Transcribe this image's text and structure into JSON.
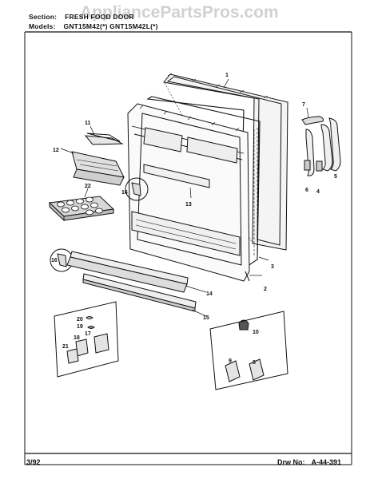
{
  "header": {
    "section_label": "Section:",
    "section_value": "FRESH FOOD DOOR",
    "models_label": "Models:",
    "models_value": "GNT15M42(*)   GNT15M42L(*)"
  },
  "watermark": "AppliancePartsPros.com",
  "footer": {
    "date": "3/92",
    "drawing_label": "Drw No:",
    "drawing_number": "A-44-391"
  },
  "callouts": [
    "1",
    "2",
    "3",
    "4",
    "5",
    "6",
    "7",
    "8",
    "9",
    "10",
    "11",
    "12",
    "13",
    "14",
    "15",
    "16",
    "16",
    "17",
    "18",
    "19",
    "20",
    "21",
    "22"
  ]
}
